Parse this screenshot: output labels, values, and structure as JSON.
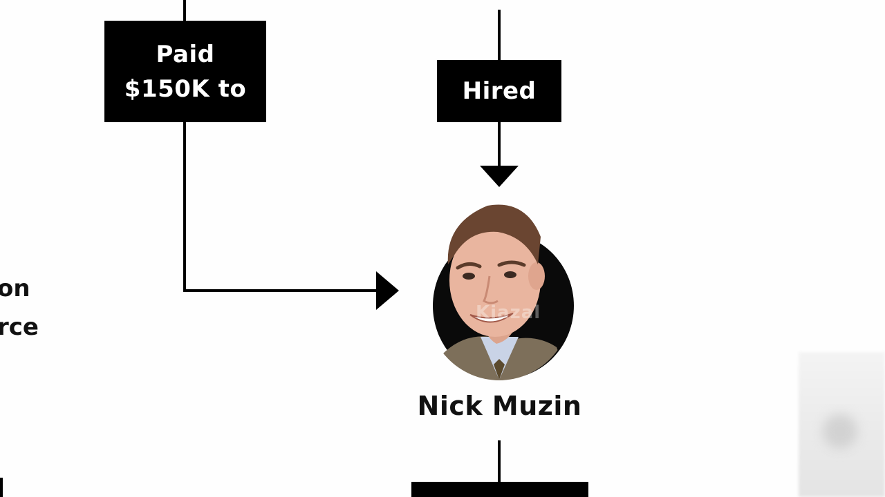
{
  "diagram": {
    "boxes": [
      {
        "id": "paid",
        "lines": [
          "Paid",
          "$150K to"
        ]
      },
      {
        "id": "hired",
        "lines": [
          "Hired"
        ]
      },
      {
        "id": "bottom",
        "lines": []
      }
    ],
    "side_text": {
      "lines": [
        "on",
        "rce"
      ]
    },
    "person": {
      "name": "Nick Muzin",
      "watermark": "Kiazal"
    },
    "colors": {
      "box_fill": "#000000",
      "box_text": "#ffffff",
      "line": "#000000",
      "background": "#fefefe",
      "suit": "#7d6f5a",
      "skin": "#e9b59f",
      "hair": "#6a4531"
    }
  }
}
